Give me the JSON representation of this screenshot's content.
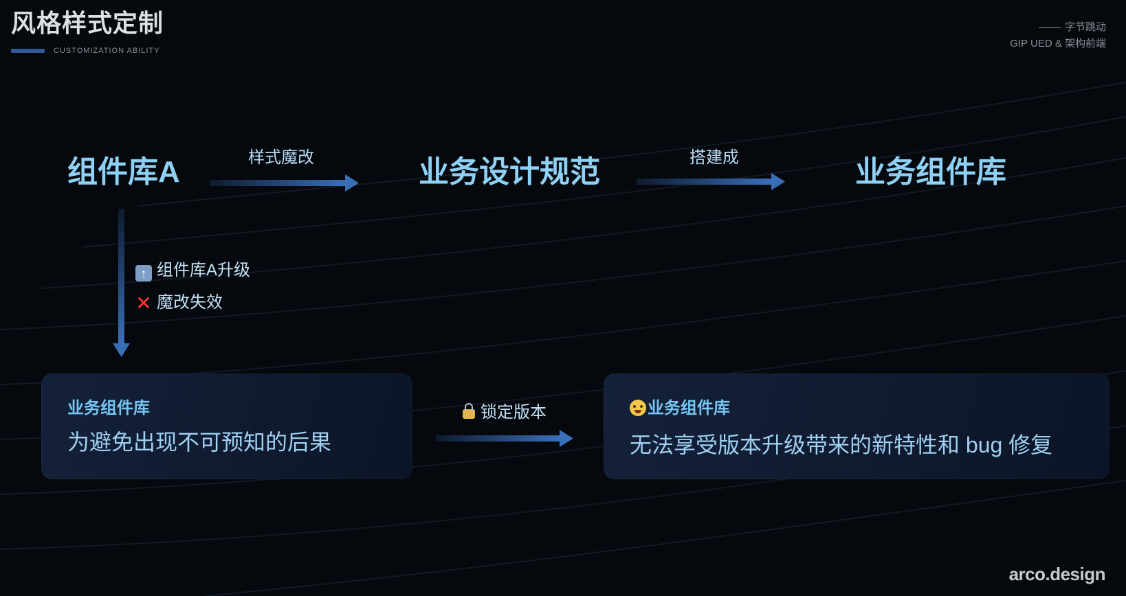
{
  "header": {
    "title": "风格样式定制",
    "subtitle": "CUSTOMIZATION ABILITY",
    "brand_line_1": "字节跳动",
    "brand_line_2": "GIP UED & 架构前端"
  },
  "diagram": {
    "nodes": {
      "component_lib_a": "组件库A",
      "design_spec": "业务设计规范",
      "business_lib": "业务组件库"
    },
    "edges": {
      "a_to_spec": "样式魔改",
      "spec_to_biz": "搭建成",
      "lock": "锁定版本"
    },
    "side_notes": {
      "upgrade": "组件库A升级",
      "upgrade_icon": "up-arrow-icon",
      "fail": "魔改失效",
      "fail_icon": "cross-mark-icon"
    },
    "card_left": {
      "title": "业务组件库",
      "text": "为避免出现不可预知的后果"
    },
    "card_right": {
      "title": "业务组件库",
      "title_icon": "crying-face-icon",
      "text": "无法享受版本升级带来的新特性和 bug 修复"
    }
  },
  "footer": {
    "brand": "arco.design"
  },
  "colors": {
    "background": "#05080d",
    "node_text": "#8fd0f5",
    "card_title": "#78c5f2",
    "arrow_start": "#0e1a2e",
    "arrow_end": "#3a6fb8"
  }
}
